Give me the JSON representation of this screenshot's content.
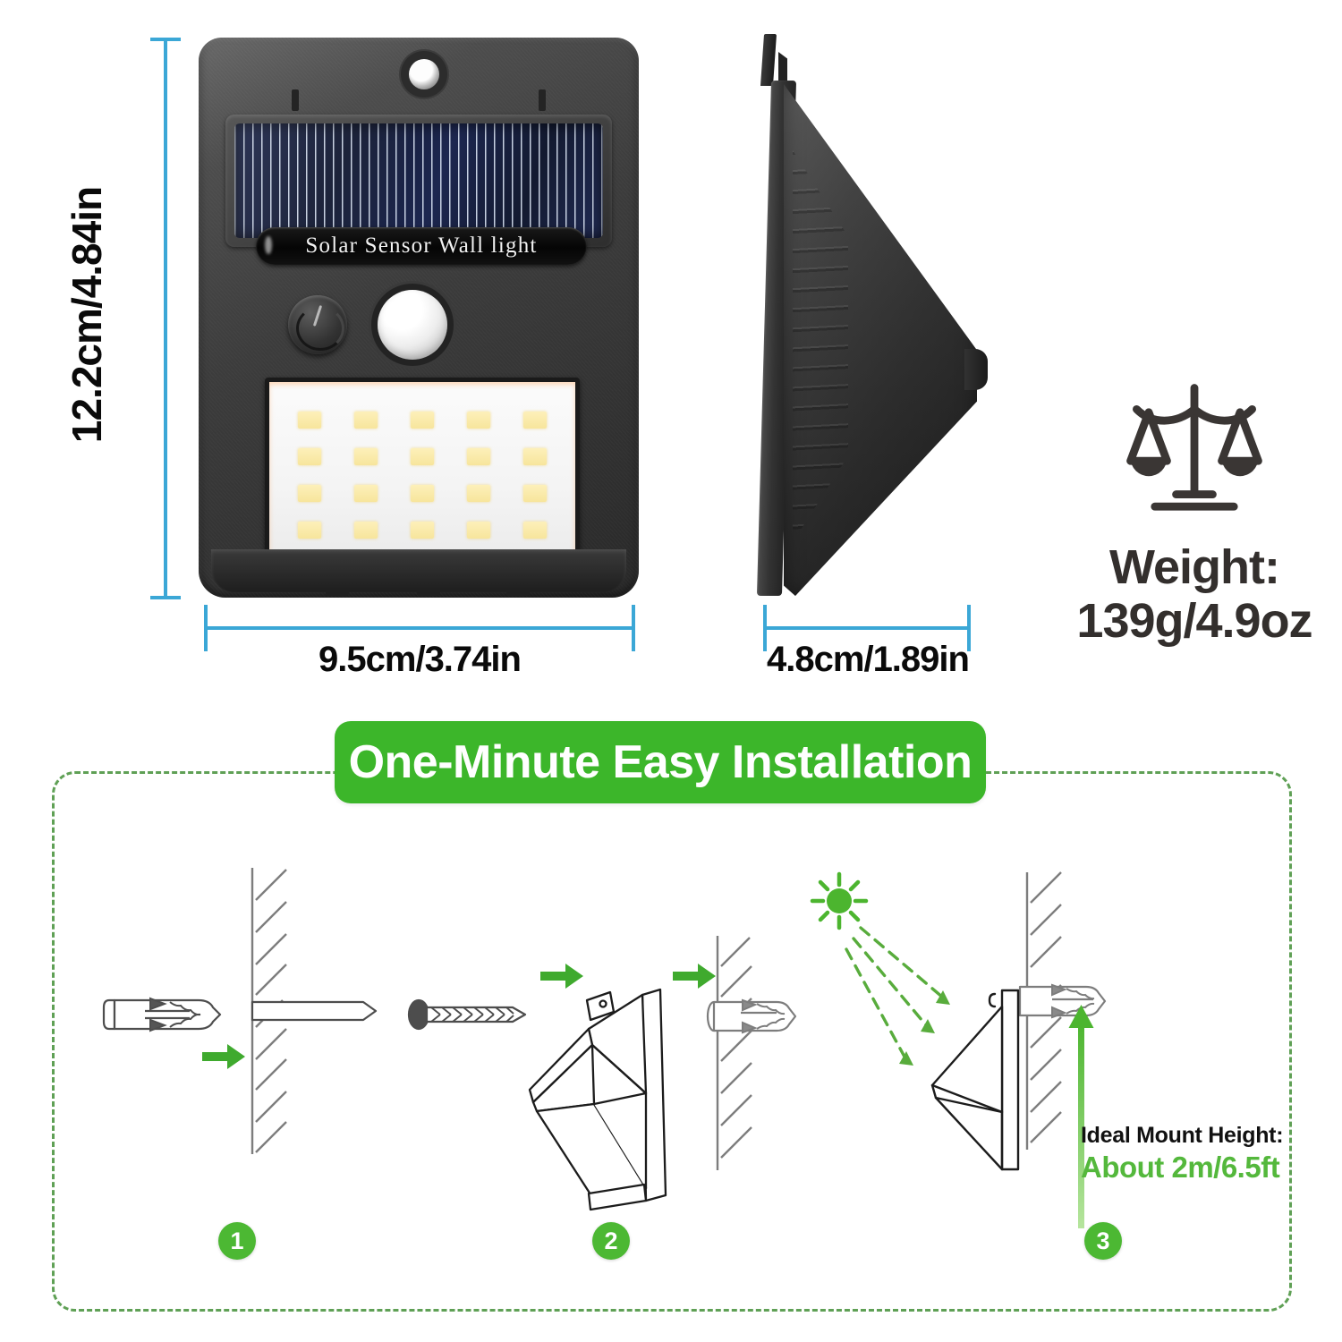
{
  "product": {
    "name_plate": "Solar Sensor Wall light",
    "front_view": {
      "components": {
        "solar_panel": "solar-panel",
        "mount_hole": "mount-hole",
        "adjust_knob": "adjust-knob",
        "pir_sensor": "pir-sensor",
        "led_panel": "led-panel"
      },
      "led_grid": {
        "columns": 5,
        "rows": 4,
        "count": 20
      }
    },
    "side_view": {
      "label": "side-profile-wedge"
    }
  },
  "dimensions": {
    "height": "12.2cm/4.84in",
    "width": "9.5cm/3.74in",
    "depth": "4.8cm/1.89in",
    "line_color": "#3ba7d6"
  },
  "weight": {
    "icon": "balance-scale-icon",
    "label": "Weight:",
    "value": "139g/4.9oz",
    "color": "#332f2d"
  },
  "installation": {
    "banner": "One-Minute Easy Installation",
    "banner_color": "#3cb62a",
    "border_color": "#5fa055",
    "steps": [
      {
        "number": "1",
        "name": "insert-wall-anchor"
      },
      {
        "number": "2",
        "name": "screw-lamp-to-anchor"
      },
      {
        "number": "3",
        "name": "mounted-lamp-in-sunlight"
      }
    ],
    "mount_height": {
      "title": "Ideal Mount Height:",
      "value": "About 2m/6.5ft",
      "value_color": "#54b83c"
    },
    "arrow_color": "#3faa2e",
    "line_color": "#7d7d7d"
  }
}
